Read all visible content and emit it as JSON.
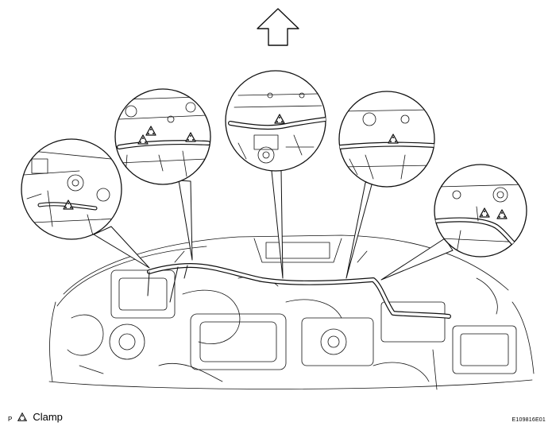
{
  "legend": {
    "page_marker": "P",
    "clamp_label": "Clamp",
    "clamp_icon": "clamp-triangle-icon"
  },
  "figure_ref": "E109816E01",
  "direction_arrow": "up-arrow-icon",
  "colors": {
    "line": "#111111",
    "background": "#ffffff"
  }
}
